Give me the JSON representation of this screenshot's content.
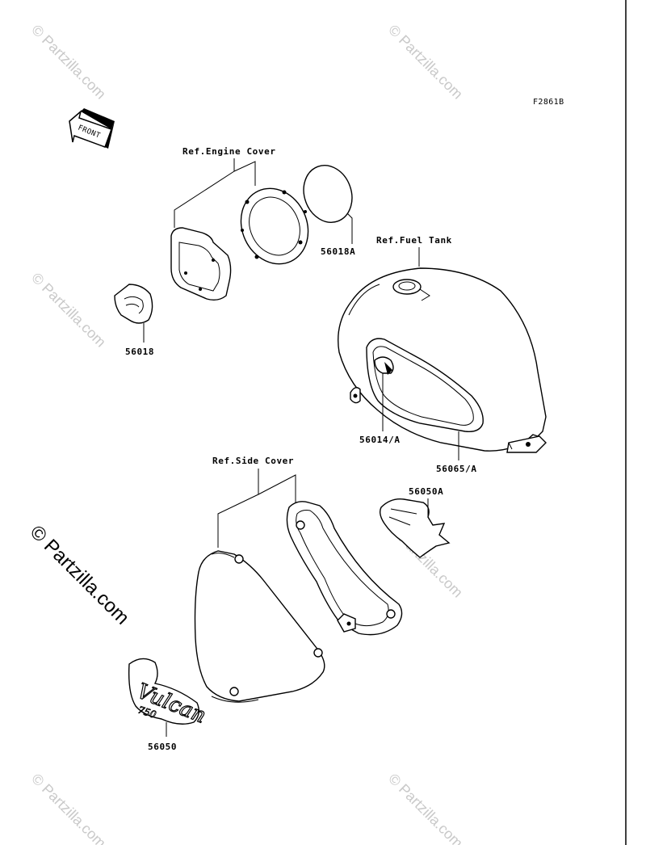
{
  "diagram_code": "F2861B",
  "front_label": "FRONT",
  "labels": {
    "engine_cover_ref": "Ref.Engine Cover",
    "fuel_tank_ref": "Ref.Fuel Tank",
    "side_cover_ref": "Ref.Side Cover"
  },
  "parts": {
    "p56018A": "56018A",
    "p56018": "56018",
    "p56014A": "56014/A",
    "p56065A": "56065/A",
    "p56050A": "56050A",
    "p56050": "56050"
  },
  "emblem_text": "Vulcan",
  "emblem_sub": "750",
  "watermark": {
    "small": "© Partzilla.com",
    "large": "© Partzilla.com"
  }
}
